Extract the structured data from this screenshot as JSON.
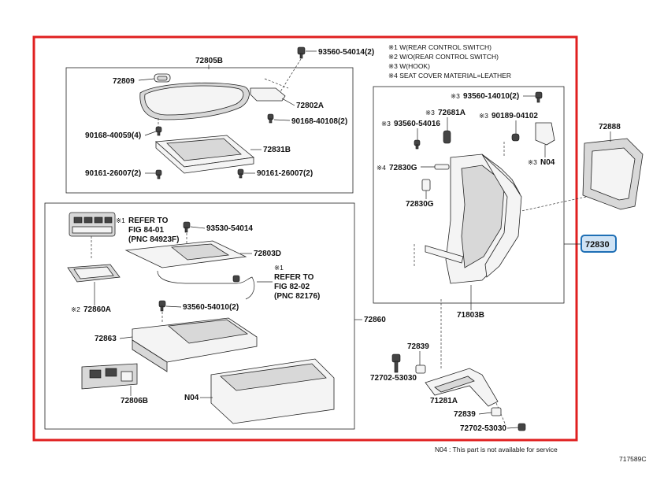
{
  "colors": {
    "highlight_frame": "#e02020",
    "callout_fill": "#cfe3f5",
    "callout_stroke": "#1f6fb5"
  },
  "legend": {
    "l1": "※1 W(REAR CONTROL SWITCH)",
    "l2": "※2 W/O(REAR CONTROL SWITCH)",
    "l3": "※3 W(HOOK)",
    "l4": "※4 SEAT COVER MATERIAL=LEATHER"
  },
  "labels": {
    "p72805B": "72805B",
    "p93560_54014_2": "93560-54014(2)",
    "p72809": "72809",
    "p72802A": "72802A",
    "p90168_40108_2": "90168-40108(2)",
    "p90168_40059_4": "90168-40059(4)",
    "p72831B": "72831B",
    "p90161_26007_2_left": "90161-26007(2)",
    "p90161_26007_2_right": "90161-26007(2)",
    "refer1_mark": "※1",
    "refer1_line1": "REFER TO",
    "refer1_line2": "FIG 84-01",
    "refer1_line3": "(PNC 84923F)",
    "p93530_54014": "93530-54014",
    "p72803D": "72803D",
    "refer2_mark": "※1",
    "refer2_line1": "REFER TO",
    "refer2_line2": "FIG 82-02",
    "refer2_line3": "(PNC 82176)",
    "p72860A_mark": "※2",
    "p72860A": "72860A",
    "p93560_54010_2": "93560-54010(2)",
    "p72860": "72860",
    "p72863": "72863",
    "p72806B": "72806B",
    "pN04_left": "N04",
    "p93560_14010_2_mark": "※3",
    "p93560_14010_2": "93560-14010(2)",
    "p72681A_mark": "※3",
    "p72681A": "72681A",
    "p93560_54016_mark": "※3",
    "p93560_54016": "93560-54016",
    "p90189_04102_mark": "※3",
    "p90189_04102": "90189-04102",
    "pN04_right_mark": "※3",
    "pN04_right": "N04",
    "p72830G_upper_mark": "※4",
    "p72830G_upper": "72830G",
    "p72830G_lower": "72830G",
    "p72888": "72888",
    "p72830": "72830",
    "p71803B": "71803B",
    "p72839_upper": "72839",
    "p72702_53030_left": "72702-53030",
    "p71281A": "71281A",
    "p72839_lower": "72839",
    "p72702_53030_bottom": "72702-53030",
    "footnote": "N04 : This part is not available for service",
    "figure_code": "717589C"
  }
}
